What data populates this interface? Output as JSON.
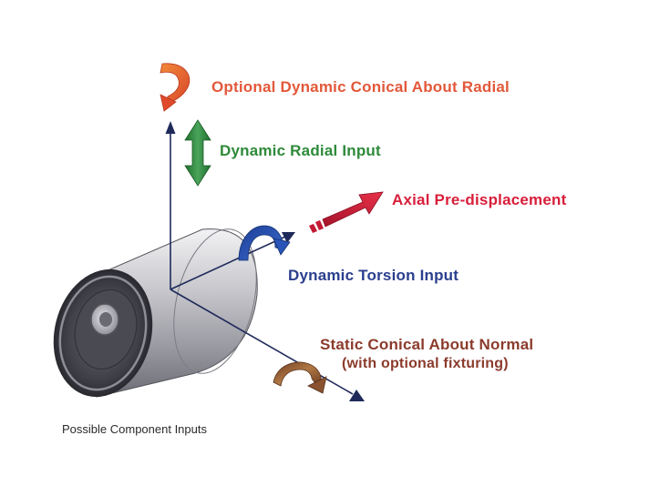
{
  "labels": {
    "conical_radial": "Optional Dynamic Conical About Radial",
    "radial": "Dynamic Radial Input",
    "axial": "Axial Pre-displacement",
    "torsion": "Dynamic Torsion Input",
    "static_line1": "Static Conical About Normal",
    "static_line2": "(with optional fixturing)"
  },
  "caption": "Possible Component Inputs",
  "colors": {
    "conical_radial": "#e2583a",
    "radial": "#2e8a3a",
    "axial": "#d81e3a",
    "torsion": "#2a3f8e",
    "static": "#8b3b2c",
    "axis": "#1f2a5a"
  }
}
